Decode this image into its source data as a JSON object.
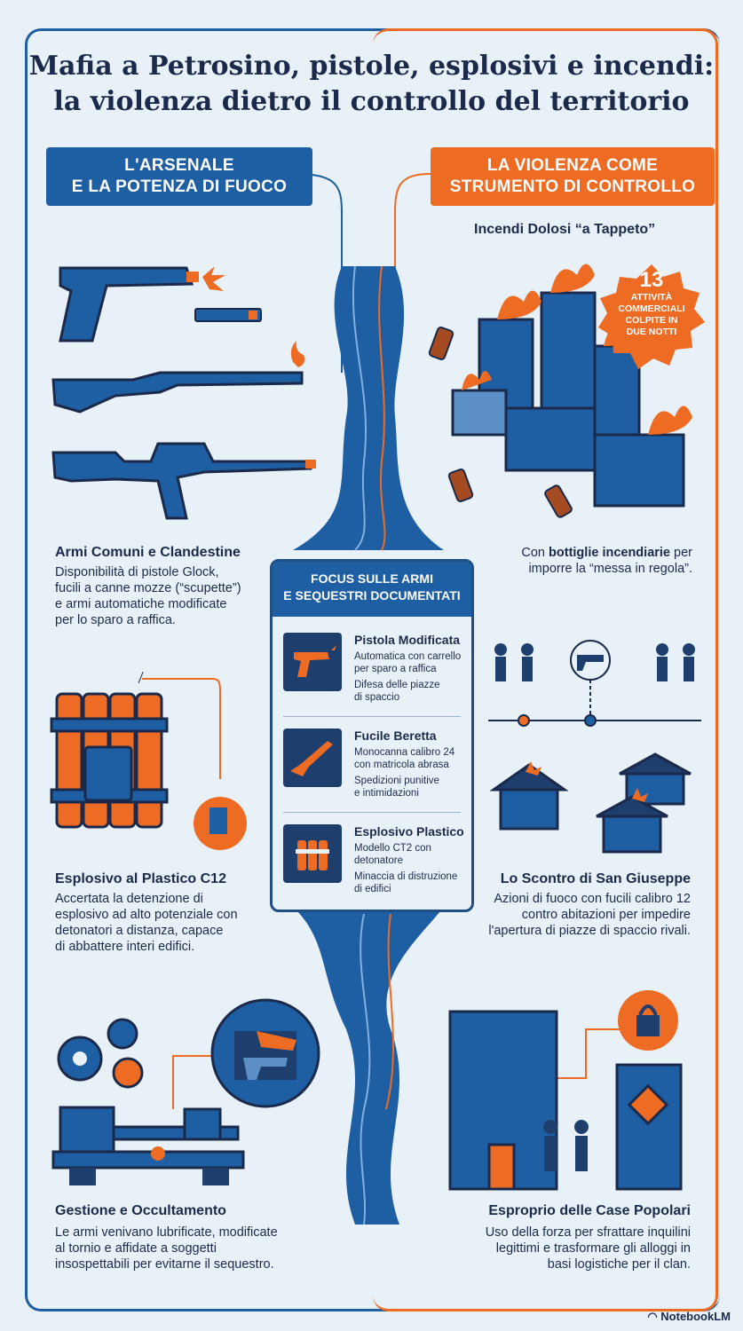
{
  "title": {
    "line1": "Mafia a Petrosino, pistole, esplosivi e incendi:",
    "line2": "la violenza dietro il controllo del territorio"
  },
  "left_badge": {
    "line1": "L'ARSENALE",
    "line2": "E LA POTENZA DI FUOCO"
  },
  "right_badge": {
    "line1": "LA VIOLENZA COME",
    "line2": "STRUMENTO DI CONTROLLO"
  },
  "sections": {
    "armi": {
      "title": "Armi Comuni e Clandestine",
      "lines": [
        "Disponibilità di pistole Glock,",
        "fucili a canne mozze (“scupette”)",
        "e armi automatiche modificate",
        "per lo sparo a raffica."
      ]
    },
    "esplosivo": {
      "title": "Esplosivo al Plastico C12",
      "lines": [
        "Accertata la detenzione di",
        "esplosivo ad alto potenziale con",
        "detonatori a distanza, capace",
        "di abbattere interi edifici."
      ]
    },
    "gestione": {
      "title": "Gestione e Occultamento",
      "lines": [
        "Le armi venivano lubrificate, modificate",
        "al tornio e affidate a soggetti",
        "insospettabili per evitarne il sequestro."
      ]
    },
    "incendi": {
      "title": "Incendi Dolosi “a Tappeto”",
      "lines_prefix": "Con ",
      "lines_bold": "bottiglie incendiarie",
      "lines_suffix": " per",
      "line2": "imporre la “messa in regola”."
    },
    "scontro": {
      "title": "Lo Scontro di San Giuseppe",
      "lines": [
        "Azioni di fuoco con fucili calibro 12",
        "contro abitazioni per impedire",
        "l'apertura di piazze di spaccio rivali."
      ]
    },
    "esproprio": {
      "title": "Esproprio delle Case Popolari",
      "lines": [
        "Uso della forza per sfrattare inquilini",
        "legittimi e trasformare gli alloggi in",
        "basi logistiche per il clan."
      ]
    }
  },
  "badge13": {
    "number": "13",
    "line1": "ATTIVITÀ",
    "line2": "COMMERCIALI",
    "line3": "COLPITE IN",
    "line4": "DUE NOTTI"
  },
  "focus": {
    "header1": "FOCUS SULLE ARMI",
    "header2": "E SEQUESTRI DOCUMENTATI",
    "items": [
      {
        "title": "Pistola Modificata",
        "desc1": "Automatica con carrello",
        "desc2": "per sparo a raffica",
        "use1": "Difesa delle piazze",
        "use2": "di spaccio",
        "icon": "pistol-icon"
      },
      {
        "title": "Fucile Beretta",
        "desc1": "Monocanna calibro 24",
        "desc2": "con matricola abrasa",
        "use1": "Spedizioni punitive",
        "use2": "e intimidazioni",
        "icon": "rifle-icon"
      },
      {
        "title": "Esplosivo Plastico",
        "desc1": "Modello CT2 con",
        "desc2": "detonatore",
        "use1": "Minaccia di distruzione",
        "use2": "di edifici",
        "icon": "dynamite-icon"
      }
    ]
  },
  "logo": "NotebookLM",
  "colors": {
    "blue": "#1e5ea3",
    "navy": "#1e3f6e",
    "orange": "#ee6b24",
    "bg": "#e9f1f8"
  }
}
